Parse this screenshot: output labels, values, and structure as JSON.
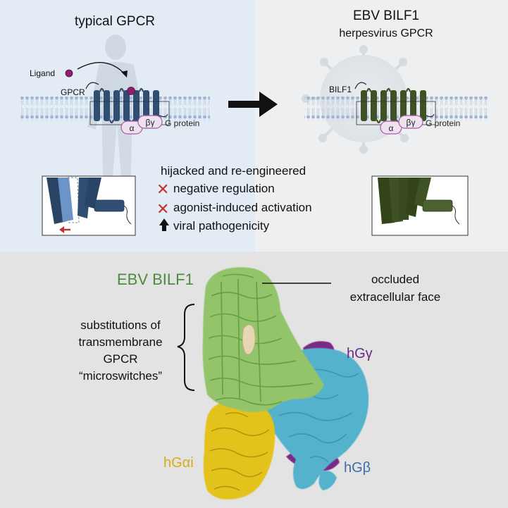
{
  "left_panel": {
    "title": "typical GPCR",
    "ligand_label": "Ligand",
    "gpcr_label": "GPCR",
    "alpha": "α",
    "betagamma": "βγ",
    "g_protein_label": "G protein"
  },
  "right_panel": {
    "title_line1": "EBV BILF1",
    "title_line2": "herpesvirus GPCR",
    "bilf1_label": "BILF1",
    "alpha": "α",
    "betagamma": "βγ",
    "g_protein_label": "G protein"
  },
  "center_text": {
    "heading": "hijacked and re-engineered",
    "items": [
      {
        "mark": "✕",
        "text": "negative regulation"
      },
      {
        "mark": "✕",
        "text": "agonist-induced activation"
      },
      {
        "mark": "🠅",
        "text": "viral pathogenicity"
      }
    ]
  },
  "structure": {
    "bilf1_label": "EBV BILF1",
    "occluded_line1": "occluded",
    "occluded_line2": "extracellular face",
    "subs_lines": [
      "substitutions of",
      "transmembrane",
      "GPCR",
      "“microswitches”"
    ],
    "hg_gamma": "hGγ",
    "hg_beta": "hGβ",
    "hg_alpha": "hGαi"
  },
  "colors": {
    "typical_gpcr": "#2f4e72",
    "bilf1": "#3f5226",
    "ligand": "#8b2070",
    "g_alpha_outline": "#a85aa2",
    "bilf1_density": "#93c46a",
    "gamma_density": "#7a2a86",
    "beta_density": "#55b2cc",
    "alpha_density": "#e4c21c",
    "label_green": "#4e8a3e",
    "label_purple": "#6a2a86",
    "label_blue": "#3d6ea8",
    "label_yellow": "#d7ad17",
    "cross_red": "#c0332d"
  }
}
